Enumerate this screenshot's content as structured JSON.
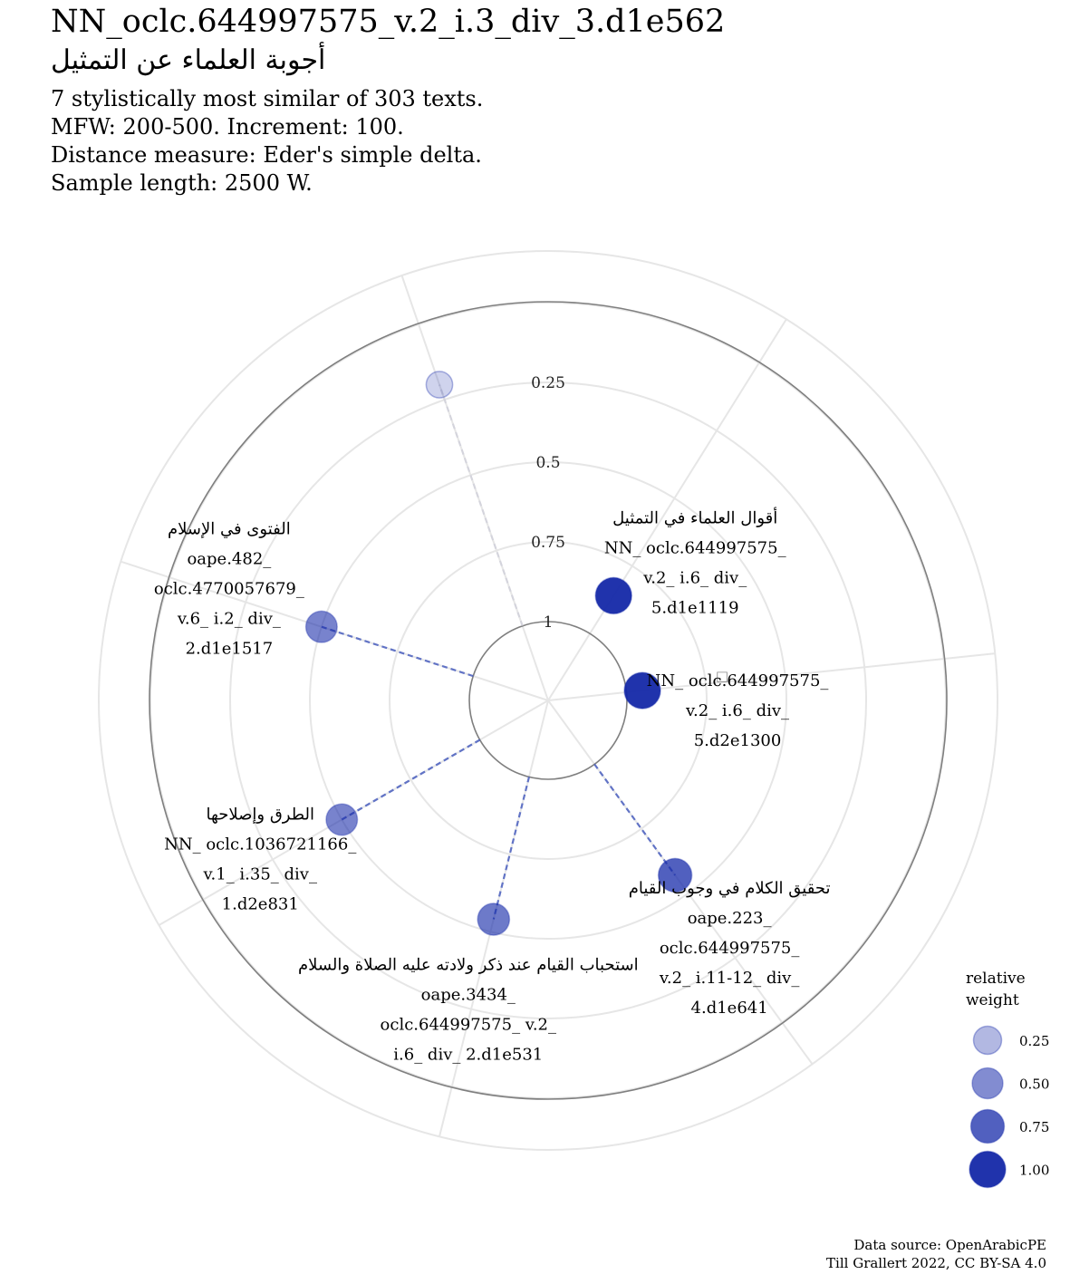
{
  "header": {
    "title": "NN_oclc.644997575_v.2_i.3_div_3.d1e562",
    "title_arabic": "أجوبة العلماء عن التمثيل",
    "subtitle_lines": [
      "7 stylistically most similar of 303 texts.",
      "MFW: 200-500. Increment: 100.",
      "Distance measure: Eder's simple delta.",
      "Sample length: 2500 W."
    ]
  },
  "caption": {
    "line1": "Data source: OpenArabicPE",
    "line2": "Till Grallert 2022, CC BY-SA 4.0"
  },
  "colors": {
    "point": "#1428a8",
    "dashed_line": "#4a5fc0",
    "grid": "#e6e6e6",
    "outer_ring": "#7f7f7f",
    "text": "#000000"
  },
  "chart_data": {
    "type": "scatter",
    "coordinate_system": "polar",
    "radial_axis": {
      "reversed": true,
      "ticks": [
        0.25,
        0.5,
        0.75,
        1
      ],
      "tick_labels": [
        "0.25",
        "0.5",
        "0.75",
        "1"
      ],
      "note_marker": "□"
    },
    "legend": {
      "title_lines": [
        "relative",
        "weight"
      ],
      "placement": "bottom-right",
      "entries": [
        {
          "label": "0.25",
          "value": 0.25
        },
        {
          "label": "0.50",
          "value": 0.5
        },
        {
          "label": "0.75",
          "value": 0.75
        },
        {
          "label": "1.00",
          "value": 1.0
        }
      ]
    },
    "series": [
      {
        "similarity": 0.2,
        "weight": 0.1,
        "angle_deg": -19,
        "label_lines": []
      },
      {
        "similarity": 0.86,
        "weight": 1.0,
        "angle_deg": 32,
        "label_lines": [
          "أقوال العلماء في التمثيل",
          "NN_ oclc.644997575_",
          "v.2_ i.6_ div_",
          "5.d1e1119"
        ]
      },
      {
        "similarity": 0.95,
        "weight": 1.0,
        "angle_deg": 84,
        "label_lines": [
          "NN_ oclc.644997575_",
          "v.2_ i.6_ div_",
          "5.d2e1300"
        ]
      },
      {
        "similarity": 0.57,
        "weight": 0.75,
        "angle_deg": 144,
        "label_lines": [
          "تحقيق الكلام في وجوب القيام",
          "oape.223_",
          "oclc.644997575_",
          "v.2_ i.11-12_ div_",
          "4.d1e641"
        ]
      },
      {
        "similarity": 0.54,
        "weight": 0.6,
        "angle_deg": 194,
        "label_lines": [
          "استحباب القيام عند ذكر ولادته عليه الصلاة والسلام",
          "oape.3434_",
          "oclc.644997575_ v.2_",
          "i.6_ div_ 2.d1e531"
        ]
      },
      {
        "similarity": 0.5,
        "weight": 0.55,
        "angle_deg": 240,
        "label_lines": [
          "الطرق وإصلاحها",
          "NN_ oclc.1036721166_",
          "v.1_ i.35_ div_",
          "1.d2e831"
        ]
      },
      {
        "similarity": 0.5,
        "weight": 0.55,
        "angle_deg": 288,
        "label_lines": [
          "الفتوى في الإسلام",
          "oape.482_",
          "oclc.4770057679_",
          "v.6_ i.2_ div_",
          "2.d1e1517"
        ]
      }
    ]
  }
}
